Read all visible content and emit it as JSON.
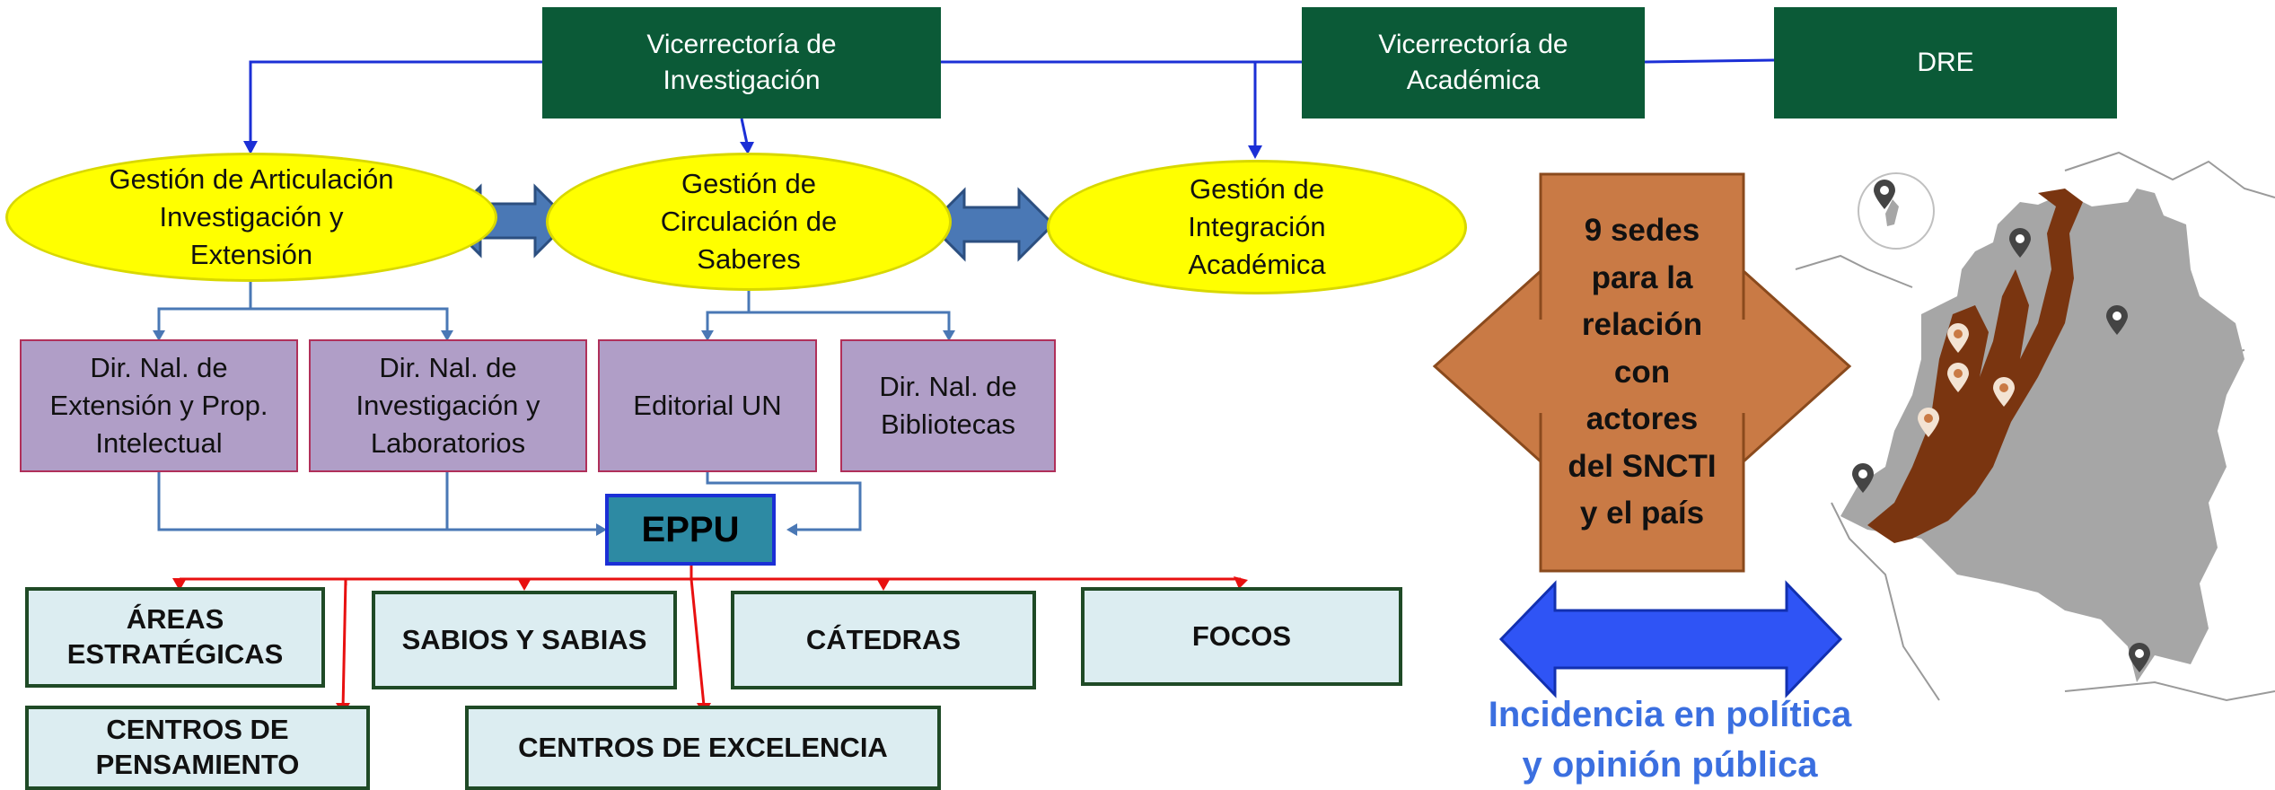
{
  "vicerrectorias": {
    "investigacion": "Vicerrectoría de\nInvestigación",
    "academica": "Vicerrectoría de\nAcadémica",
    "dre": "DRE"
  },
  "gestion": {
    "articulacion": "Gestión de Articulación\nInvestigación y\nExtensión",
    "circulacion": "Gestión de\nCirculación de\nSaberes",
    "integracion": "Gestión de\nIntegración\nAcadémica"
  },
  "direcciones": {
    "extension": "Dir. Nal. de\nExtensión y Prop.\nIntelectual",
    "investigacion": "Dir. Nal. de\nInvestigación y\nLaboratorios",
    "editorial": "Editorial UN",
    "bibliotecas": "Dir. Nal. de\nBibliotecas"
  },
  "eppu": "EPPU",
  "programas": {
    "areas": "ÁREAS\nESTRATÉGICAS",
    "sabios": "SABIOS Y SABIAS",
    "catedras": "CÁTEDRAS",
    "focos": "FOCOS",
    "centros_pensamiento": "CENTROS DE\nPENSAMIENTO",
    "centros_excelencia": "CENTROS DE EXCELENCIA"
  },
  "sedes": "9 sedes\npara la\nrelación\ncon\nactores\ndel SNCTI\ny el país",
  "incidencia": "Incidencia en política\ny opinión pública",
  "colors": {
    "green": "#0b5a37",
    "yellow": "#ffff00",
    "purple": "#b09ec7",
    "teal": "#2d8aa3",
    "light_blue_box": "#dcedf1",
    "orange": "#c97a45",
    "blue_arrow": "#2f54f5",
    "steel_arrow": "#4a78b5"
  }
}
